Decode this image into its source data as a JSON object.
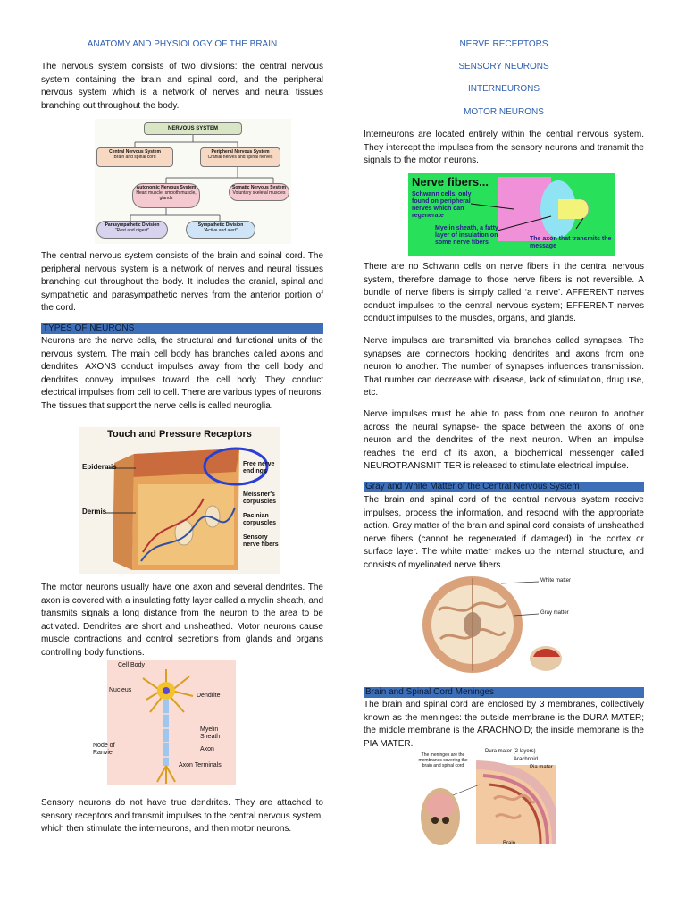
{
  "left": {
    "title": "ANATOMY AND PHYSIOLOGY OF THE BRAIN",
    "p1": "The nervous system consists of two divisions: the central nervous system containing the brain and spinal cord, and the peripheral nervous system which is a network of nerves and neural tissues branching out throughout the body.",
    "diagram": {
      "top": "NERVOUS SYSTEM",
      "cns_title": "Central Nervous System",
      "cns_sub": "Brain and spinal cord",
      "pns_title": "Peripheral Nervous System",
      "pns_sub": "Cranial nerves and spinal nerves",
      "ans_title": "Autonomic Nervous System",
      "ans_sub": "Heart muscle, smooth muscle, glands",
      "sns_title": "Somatic Nervous System",
      "sns_sub": "Voluntary skeletal muscles",
      "para_title": "Parasympathetic Division",
      "para_sub": "\"Rest and digest\"",
      "symp_title": "Sympathetic Division",
      "symp_sub": "\"Active and alert\""
    },
    "p2": "The central nervous system consists of the brain and spinal cord. The peripheral nervous system is a network of nerves and neural tissues branching out throughout the body. It includes the cranial, spinal and sympathetic and parasympathetic nerves from the anterior portion of the cord.",
    "h_types": "TYPES OF NEURONS",
    "p3": "Neurons are the nerve cells, the structural and functional units of the nervous system. The main cell body has branches called axons and dendrites. AXONS conduct impulses away from the cell body and dendrites convey impulses toward the cell body. They conduct electrical impulses from cell to cell. There are various types of neurons. The tissues that support the nerve cells is called neuroglia.",
    "touch": {
      "title": "Touch and Pressure Receptors",
      "epidermis": "Epidermis",
      "dermis": "Dermis",
      "free": "Free nerve endings",
      "meissner": "Meissner's corpuscles",
      "pacinian": "Pacinian corpuscles",
      "sensory": "Sensory nerve fibers"
    },
    "p4": "The motor neurons usually have one axon and several dendrites. The axon is covered with a insulating fatty layer called a myelin sheath, and transmits signals a long distance from the neuron to the area to be activated. Dendrites are short and unsheathed. Motor neurons cause muscle contractions and control secretions from glands and organs controlling body functions.",
    "neuron": {
      "cell_body": "Cell Body",
      "nucleus": "Nucleus",
      "dendrite": "Dendrite",
      "myelin": "Myelin Sheath",
      "node": "Node of Ranvier",
      "axon": "Axon",
      "terminals": "Axon Terminals"
    },
    "p5": "Sensory neurons do not have true dendrites. They are attached to sensory receptors and transmit impulses to the central nervous system, which then stimulate the interneurons, and then motor neurons."
  },
  "right": {
    "list": [
      "NERVE RECEPTORS",
      "SENSORY NEURONS",
      "INTERNEURONS",
      "MOTOR NEURONS"
    ],
    "p1": "Interneurons are located entirely within the central nervous system. They intercept the impulses from the sensory neurons and transmit the signals to the motor neurons.",
    "fibers": {
      "title": "Nerve fibers...",
      "schwann": "Schwann cells, only found on peripheral nerves which can regenerate",
      "myelin": "Myelin sheath, a fatty layer of insulation on some nerve fibers",
      "axon": "The axon that transmits the message"
    },
    "p2": "There are no Schwann cells on nerve fibers in the central nervous system, therefore damage to those nerve fibers is not reversible. A bundle of nerve fibers is simply called ‘a nerve’. AFFERENT nerves conduct impulses to the central nervous system; EFFERENT nerves conduct impulses to the muscles, organs, and glands.",
    "p3": "Nerve impulses are transmitted via branches called synapses. The synapses are connectors hooking dendrites and axons from one neuron to another. The number of synapses influences transmission. That number can decrease with disease, lack of stimulation, drug use, etc.",
    "p4": "Nerve impulses must be able to pass from one neuron to another across the neural synapse- the space between the axons of one neuron and the dendrites of the next neuron. When an impulse reaches the end of its axon, a biochemical messenger called NEUROTRANSMIT TER is released to stimulate electrical impulse.",
    "h_gray": "Gray and White Matter of the Central Nervous System",
    "p5": "The brain and spinal cord of the central nervous system receive impulses, process the information, and respond with the appropriate action. Gray matter of the brain and spinal cord consists of unsheathed nerve fibers (cannot be regenerated if damaged) in the cortex or surface layer. The white matter makes up the internal structure, and consists of myelinated nerve fibers.",
    "brain": {
      "white": "White matter",
      "gray": "Gray matter"
    },
    "h_meninges": "Brain and Spinal Cord Meninges",
    "p6": "The brain and spinal cord are enclosed by 3 membranes, collectively known as the meninges: the outside membrane is the DURA MATER; the middle membrane is the ARACHNOID; the inside membrane is the PIA MATER.",
    "meninges": {
      "intro": "The meninges are the membranes covering the brain and spinal cord",
      "dura": "Dura mater (2 layers)",
      "arachnoid": "Arachnoid",
      "pia": "Pia mater",
      "brain": "Brain"
    }
  },
  "colors": {
    "link_blue": "#2f5fb0",
    "header_bar": "#3d6fb8",
    "fiber_bg": "#29e05a"
  }
}
